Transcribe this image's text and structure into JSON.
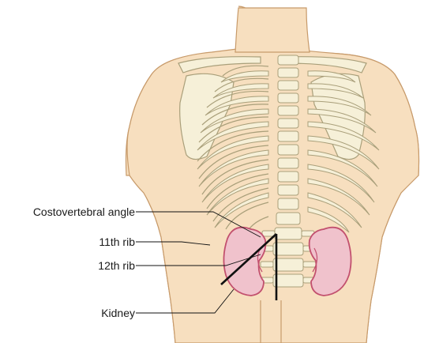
{
  "labels": {
    "costovertebral_angle": "Costovertebral angle",
    "rib_11": "11th rib",
    "rib_12": "12th rib",
    "kidney": "Kidney"
  },
  "colors": {
    "skin": "#f7dfbf",
    "skin_outline": "#c79a6a",
    "bone": "#f6f0d8",
    "bone_outline": "#a99f7a",
    "kidney": "#f0c2cc",
    "kidney_outline": "#c2506e",
    "line": "#111111"
  }
}
